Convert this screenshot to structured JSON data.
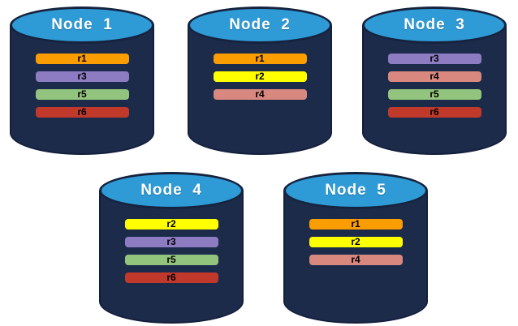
{
  "diagram": {
    "title": "replica-distribution-across-nodes",
    "background_color": "#FFFFFF",
    "cylinder": {
      "body_color": "#1D2B4B",
      "outline_color": "#131F3C",
      "top_fill_color": "#2E9BD6",
      "top_border_color": "#16233F",
      "label_color": "#FFFFFF",
      "replica_text_color": "#000000"
    },
    "replica_colors": {
      "r1": "#FA9D00",
      "r2": "#FFFF00",
      "r3": "#8E7CC3",
      "r4": "#D98880",
      "r5": "#93C47D",
      "r6": "#C0392B"
    },
    "nodes": [
      {
        "label": "Node  1",
        "replicas": [
          "r1",
          "r3",
          "r5",
          "r6"
        ]
      },
      {
        "label": "Node  2",
        "replicas": [
          "r1",
          "r2",
          "r4"
        ]
      },
      {
        "label": "Node  3",
        "replicas": [
          "r3",
          "r4",
          "r5",
          "r6"
        ]
      },
      {
        "label": "Node  4",
        "replicas": [
          "r2",
          "r3",
          "r5",
          "r6"
        ]
      },
      {
        "label": "Node  5",
        "replicas": [
          "r1",
          "r2",
          "r4"
        ]
      }
    ]
  }
}
